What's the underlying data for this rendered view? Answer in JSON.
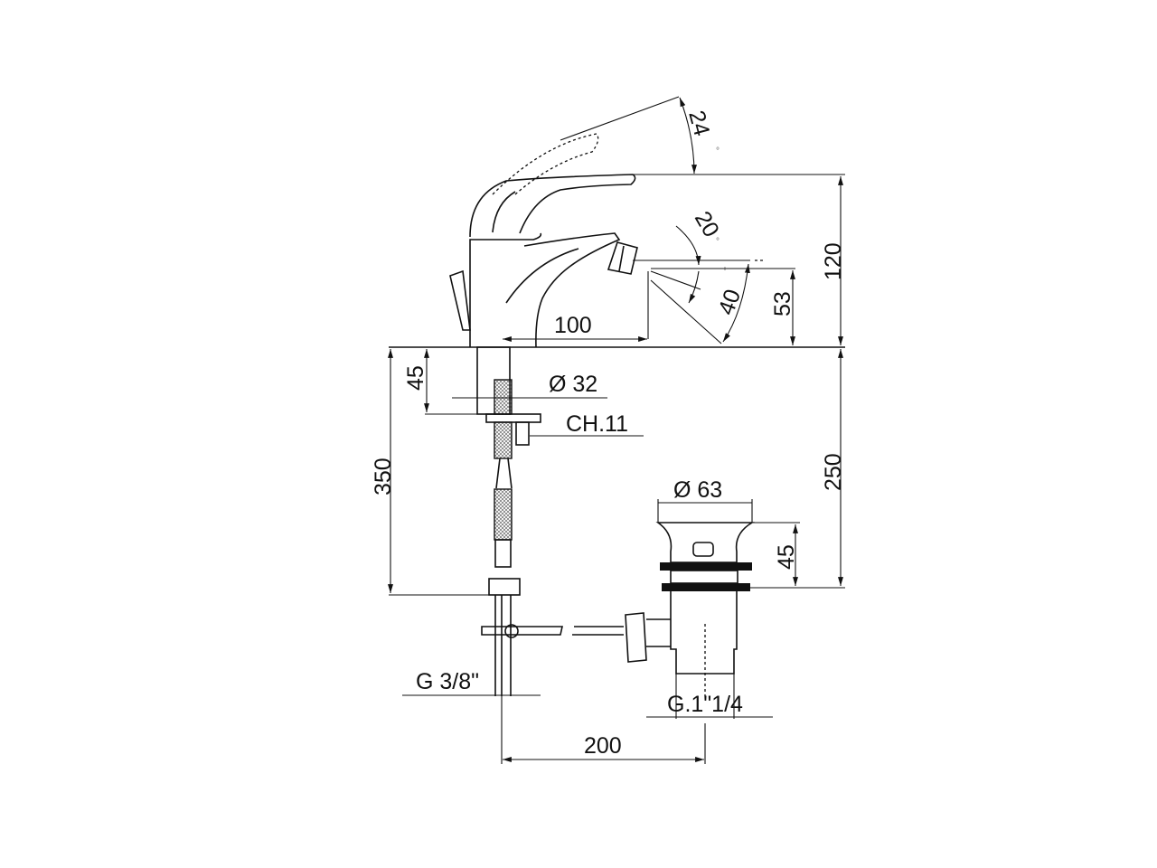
{
  "title": "Bidet mixer technical drawing",
  "dimensions": {
    "lever_angle": "24",
    "spout_angle_up": "20",
    "spout_angle_down": "40",
    "degree_symbol": "°",
    "total_height": "120",
    "spout_height": "53",
    "spout_reach": "100",
    "shank_length": "45",
    "hose_length": "350",
    "shank_diameter": "Ø 32",
    "wrench_size": "CH.11",
    "waste_length": "250",
    "waste_diameter": "Ø 63",
    "waste_height": "45",
    "inlet_thread": "G 3/8\"",
    "waste_thread": "G.1\"1/4",
    "centre_distance": "200"
  }
}
